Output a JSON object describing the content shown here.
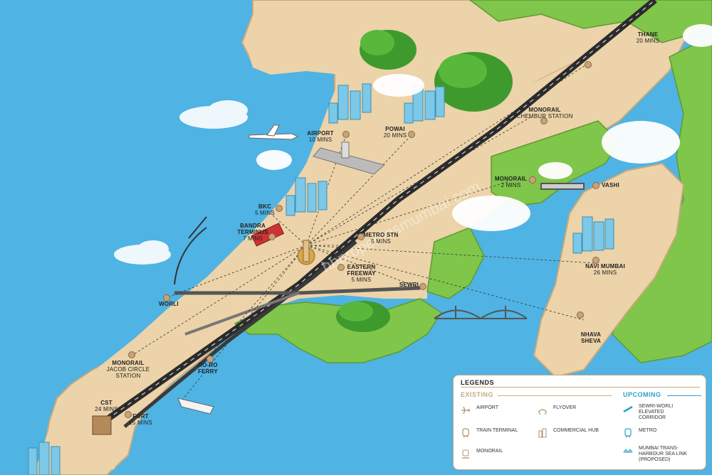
{
  "colors": {
    "sea": "#4fb3e3",
    "land": "#ecd3a9",
    "green": "#7fc64a",
    "road": "#2b2b2b",
    "legend_border": "#c9a97c",
    "existing": "#c9a97c",
    "upcoming": "#2aa1c9"
  },
  "watermark": "hbpropertiesmumbai.com",
  "places": [
    {
      "name": "THANE",
      "time": "20 MINS"
    },
    {
      "name": "MONORAIL",
      "time": "CHEMBUR STATION"
    },
    {
      "name": "AIRPORT",
      "time": "10 MINS"
    },
    {
      "name": "POWAI",
      "time": "20 MINS"
    },
    {
      "name": "BKC",
      "time": "5 MINS"
    },
    {
      "name": "BANDRA TERMINUS",
      "time": "7 MINS"
    },
    {
      "name": "METRO STN",
      "time": "5 MINS"
    },
    {
      "name": "EASTERN FREEWAY",
      "time": "5 MINS"
    },
    {
      "name": "MONORAIL",
      "time": "2 MINS"
    },
    {
      "name": "VASHI",
      "time": ""
    },
    {
      "name": "NAVI MUMBAI",
      "time": "26 MINS"
    },
    {
      "name": "SEWRI",
      "time": ""
    },
    {
      "name": "WORLI",
      "time": ""
    },
    {
      "name": "NHAVA SHEVA",
      "time": ""
    },
    {
      "name": "MONORAIL",
      "time": "JACOB CIRCLE STATION"
    },
    {
      "name": "RO-RO FERRY",
      "time": ""
    },
    {
      "name": "CST",
      "time": "24 MINS"
    },
    {
      "name": "FORT",
      "time": "15 MINS"
    }
  ],
  "legend": {
    "title": "LEGENDS",
    "existing_label": "EXISTING",
    "upcoming_label": "UPCOMING",
    "existing": [
      {
        "icon": "airplane-icon",
        "label": "AIRPORT"
      },
      {
        "icon": "flyover-icon",
        "label": "FLYOVER"
      },
      {
        "icon": "train-icon",
        "label": "TRAIN TERMINAL"
      },
      {
        "icon": "commercial-hub-icon",
        "label": "COMMERCIAL HUB"
      },
      {
        "icon": "monorail-icon",
        "label": "MONORAIL"
      }
    ],
    "upcoming": [
      {
        "icon": "elevated-corridor-icon",
        "label": "SEWRI-WORLI\nELEVATED\nCORRIDOR"
      },
      {
        "icon": "metro-icon",
        "label": "METRO"
      },
      {
        "icon": "sea-link-icon",
        "label": "MUMBAI TRANS-\nHARBOUR SEA LINK\n(PROPOSED)"
      }
    ]
  }
}
